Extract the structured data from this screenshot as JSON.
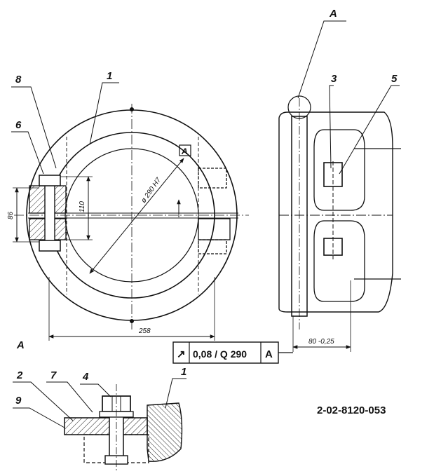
{
  "part_labels": {
    "l8": "8",
    "l1": "1",
    "l6": "6",
    "l3": "3",
    "l5": "5",
    "l2": "2",
    "l7": "7",
    "l4": "4",
    "l1b": "1",
    "l9": "9"
  },
  "view_labels": {
    "a_top": "A",
    "a_ring": "A",
    "a_section": "A"
  },
  "dimensions": {
    "bore": "ø 290 H7",
    "d110": "110",
    "d86": "86",
    "d258": "258",
    "d80": "80 -0,25"
  },
  "tolerance_frame": {
    "symbol": "↗",
    "value": "0,08 / Q 290",
    "datum": "A"
  },
  "drawing_number": "2-02-8120-053"
}
